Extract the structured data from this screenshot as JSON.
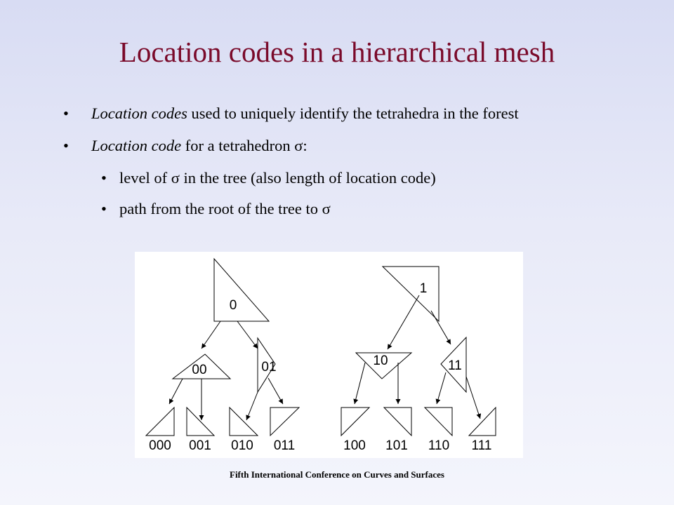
{
  "slide": {
    "title": "Location codes in a hierarchical mesh",
    "footer": "Fifth International Conference on Curves and Surfaces"
  },
  "bullets": [
    {
      "italic": "Location codes",
      "text": "  used to uniquely identify the  tetrahedra in the forest"
    },
    {
      "italic": "Location code",
      "text": " for a tetrahedron σ:"
    }
  ],
  "sub_bullets": [
    "level of σ in the tree (also length of location code)",
    "path from the root of the tree to σ"
  ],
  "tree_left": {
    "root": "0",
    "level1": [
      "00",
      "01"
    ],
    "level2": [
      "000",
      "001",
      "010",
      "011"
    ]
  },
  "tree_right": {
    "root": "1",
    "level1": [
      "10",
      "11"
    ],
    "level2": [
      "100",
      "101",
      "110",
      "111"
    ]
  }
}
